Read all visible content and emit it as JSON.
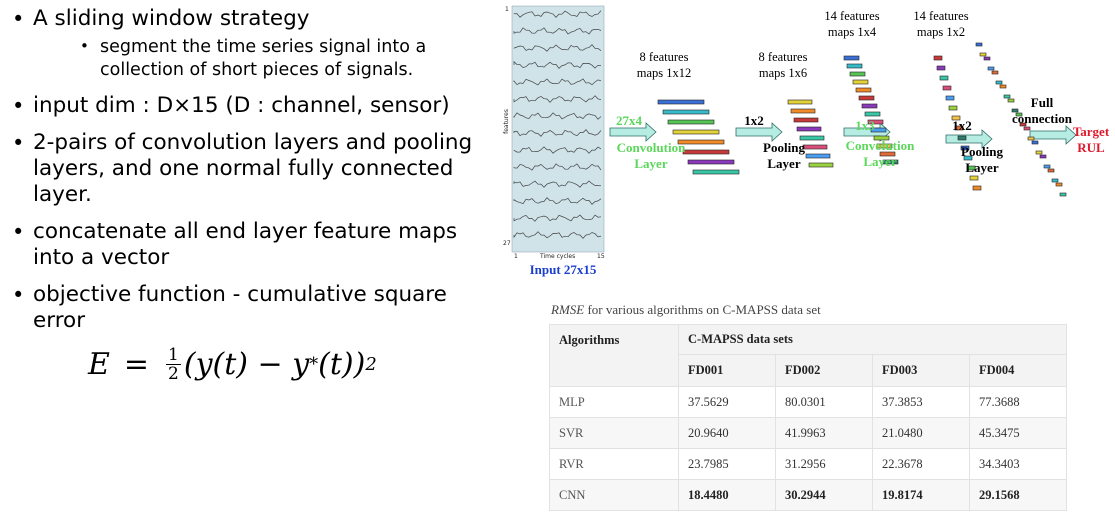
{
  "bullets": {
    "item1": "A sliding window strategy",
    "item1_sub": "segment the time series signal into a collection of short pieces of signals.",
    "item2": "input dim : D×15 (D : channel, sensor)",
    "item3": "2-pairs of convolution layers and pooling layers, and one normal fully connected layer.",
    "item4": "concatenate all end layer feature maps into a vector",
    "item5": "objective function - cumulative square error"
  },
  "formula": {
    "lhs": "E",
    "eq": "=",
    "num": "1",
    "den": "2",
    "body": "(y(t) − y",
    "star": "*",
    "tail": "(t))",
    "pow": "2"
  },
  "diagram": {
    "input_label": "Input 27x15",
    "axis_top": "1",
    "axis_bottom": "27",
    "axis_side": "features",
    "axis_x_left": "1",
    "axis_x_mid": "Time cycles",
    "axis_x_right": "15",
    "conv1_kernel": "27x4",
    "conv1_label": "Convolution Layer",
    "maps1_title": "8 features maps 1x12",
    "pool1_kernel": "1x2",
    "pool1_label": "Pooling Layer",
    "maps2_title": "8 features maps 1x6",
    "conv2_kernel": "1x3",
    "conv2_label": "Convolution Layer",
    "maps3_title": "14 features maps 1x4",
    "pool2_kernel": "1x2",
    "pool2_label": "Pooling Layer",
    "maps4_title": "14 features maps 1x2",
    "fc_label": "Full connection",
    "target_label": "Target RUL"
  },
  "table": {
    "caption_italic": "RMSE",
    "caption_rest": " for various algorithms on C-MAPSS data set",
    "col_alg": "Algorithms",
    "col_group": "C-MAPSS data sets",
    "datasets": [
      "FD001",
      "FD002",
      "FD003",
      "FD004"
    ],
    "rows": [
      {
        "alg": "MLP",
        "vals": [
          "37.5629",
          "80.0301",
          "37.3853",
          "77.3688"
        ]
      },
      {
        "alg": "SVR",
        "vals": [
          "20.9640",
          "41.9963",
          "21.0480",
          "45.3475"
        ]
      },
      {
        "alg": "RVR",
        "vals": [
          "23.7985",
          "31.2956",
          "22.3678",
          "34.3403"
        ]
      },
      {
        "alg": "CNN",
        "vals": [
          "18.4480",
          "30.2944",
          "19.8174",
          "29.1568"
        ]
      }
    ]
  },
  "colors": {
    "conv_label": "#5bd75b",
    "target": "#e0182b",
    "input_label": "#1a3fcf",
    "input_panel": "#cfe3e9",
    "arrow": "#b7ece3"
  }
}
